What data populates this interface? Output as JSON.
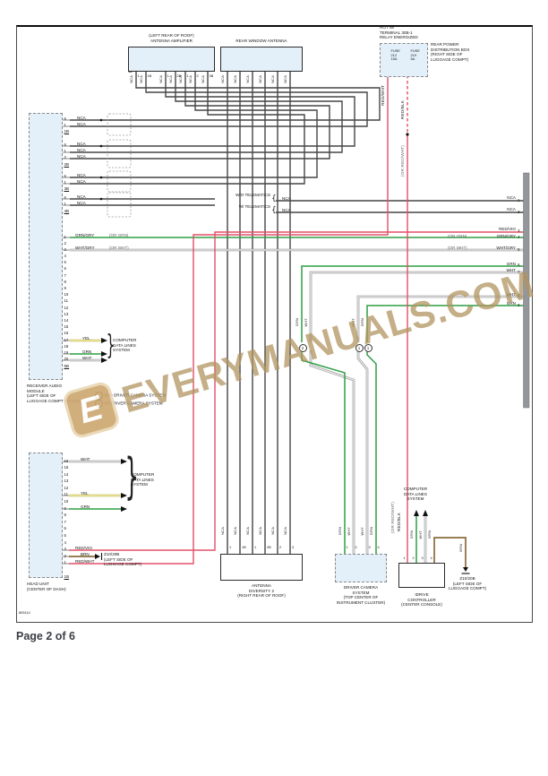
{
  "page": {
    "footer": "Page 2 of 6",
    "code": "805114",
    "watermark": "EVERYMANUALS.COM"
  },
  "labels": {
    "nca": "NCA",
    "grn": "GRN",
    "wht": "WHT",
    "yel": "YEL",
    "brn": "BRN",
    "red_wht": "RED/WHT",
    "red_blk": "RED/BLK",
    "red_vio": "RED/VIO",
    "grn_gry": "GRN/GRY",
    "wht_gry": "WHT/GRY",
    "or_grn": "(OR GRN)",
    "or_wht": "(OR WHT)",
    "or_red_wht": "(OR RED/WHT)"
  },
  "power": {
    "hot": "HOT W/\nTERMINAL 30B-1\nRELAY ENERGIZED",
    "dist": "REAR POWER\nDISTRIBUTION BOX\n(RIGHT SIDE OF\nLUGGAGE COMPT)",
    "fuse1": "FUSE\n212\n15A",
    "fuse2": "FUSE\n219\n5A"
  },
  "amplifier": {
    "label": "(LEFT REAR OF ROOF)\nANTENNA AMPLIFIER",
    "pins": [
      "1",
      "1B",
      "1",
      "2B",
      "1",
      "2",
      "3B"
    ]
  },
  "antenna": {
    "label": "REAR WINDOW ANTENNA"
  },
  "receiver": {
    "label": "RECEIVER AUDIO\nMODULE\n(LEFT SIDE OF\nLUGGAGE COMPT FLOOR)",
    "group_pins": [
      [
        "6",
        "1"
      ],
      [
        "6",
        "1",
        "2"
      ],
      [
        "6",
        "1"
      ],
      [
        "6",
        "1"
      ]
    ],
    "shields": [
      "1B",
      "2B",
      "3B",
      "4B"
    ],
    "bottom_shield": "5B",
    "pins": [
      "1",
      "2",
      "3",
      "4",
      "5",
      "6",
      "7",
      "8",
      "9",
      "10",
      "11",
      "12",
      "13",
      "14",
      "15",
      "16",
      "17",
      "18",
      "19",
      "20"
    ]
  },
  "telematics": {
    "wo": "W/O TELEMATICS",
    "w": "W/ TELEMATICS"
  },
  "notes": {
    "m1": "1",
    "n1": "W/O DRIVER CAMERA SYSTEM",
    "m2": "2",
    "n2": "W/ DRIVER CAMERA SYSTEM"
  },
  "junction": {
    "c1": "2",
    "c2": "1",
    "c3": "1"
  },
  "cdl": "COMPUTER\nDATA LINES\nSYSTEM",
  "ground": "Z10/20B\n(LEFT SIDE OF\nLUGGAGE COMPT)",
  "head_unit": {
    "label": "HEAD UNIT\n(CENTER OF DASH)",
    "pins": [
      "16",
      "15",
      "14",
      "13",
      "12",
      "11",
      "10",
      "9",
      "8",
      "7",
      "6",
      "5",
      "4",
      "3",
      "2",
      "1"
    ],
    "shield": "1B"
  },
  "diversity": {
    "label": "ANTENNA\nDIVERSITY 2\n(RIGHT REAR OF ROOF)",
    "pins": [
      "1",
      "1B",
      "1",
      "2B",
      "2",
      "3"
    ]
  },
  "camera": {
    "label": "DRIVER CAMERA\nSYSTEM\n(TOP CENTER OF\nINSTRUMENT CLUSTER)",
    "pins": [
      "1",
      "2",
      "3",
      "4"
    ]
  },
  "idrive": {
    "label": "IDRIVE\nCONTROLLER\n(CENTER CONSOLE)",
    "pins": [
      "1",
      "2",
      "3",
      "4"
    ]
  },
  "right_connector": {
    "pins": [
      "1",
      "2",
      "3",
      "4",
      "5",
      "6",
      "7",
      "8",
      "9"
    ]
  },
  "colors": {
    "wire_red": "#e25068",
    "wire_green": "#2f9e44",
    "wire_yellow": "#f4ee9b",
    "wire_brown": "#8a6d3b",
    "component_fill": "#e4f0f9",
    "watermark_tan": "#cda76e"
  }
}
